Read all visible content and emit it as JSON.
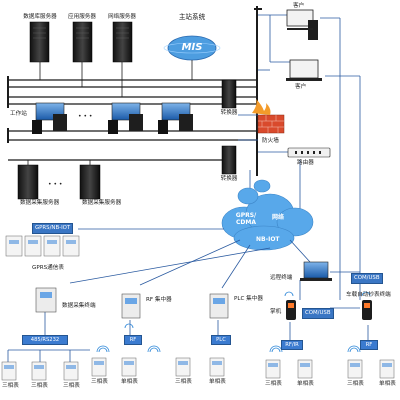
{
  "title": "主站系统",
  "logo_text": "MIS",
  "servers": {
    "database": "数据库服务器",
    "application": "应用服务器",
    "network": "网络服务器"
  },
  "client_top": "客户",
  "client_bottom": "客户",
  "workstation": "工作站",
  "converter_top": "转换器",
  "converter_bottom": "转换器",
  "firewall": "防火墙",
  "router": "路由器",
  "collect_servers": [
    "数据采集服务器",
    "数据采集服务器"
  ],
  "network": {
    "gprs_cdma": "GPRS/ CDMA",
    "internet": "网络",
    "nbiot": "NB-IOT"
  },
  "gprs_label": "GPRS/NB-IOT",
  "gprs_meter": "GPRS通信表",
  "remote_terminal": "远程终端",
  "com_usb_1": "COM/USB",
  "com_usb_2": "COM/USB",
  "onboard_reader": "车载自动抄表终端",
  "handheld": "掌机",
  "collector_terminal": "数据采集终端",
  "rf_concentrator": "RF 集中器",
  "plc_concentrator": "PLC 集中器",
  "rs485": "485/RS232",
  "rf_tag": "RF",
  "plc_tag": "PLC",
  "rfir_tag": "RF/IR",
  "rf_tag2": "RF",
  "meter_labels": [
    "三相表",
    "三相表",
    "三相表",
    "单相表",
    "三相表",
    "单相表",
    "三相表",
    "单相表",
    "三相表",
    "单相表",
    "三相表"
  ],
  "ellipsis": "• • •"
}
